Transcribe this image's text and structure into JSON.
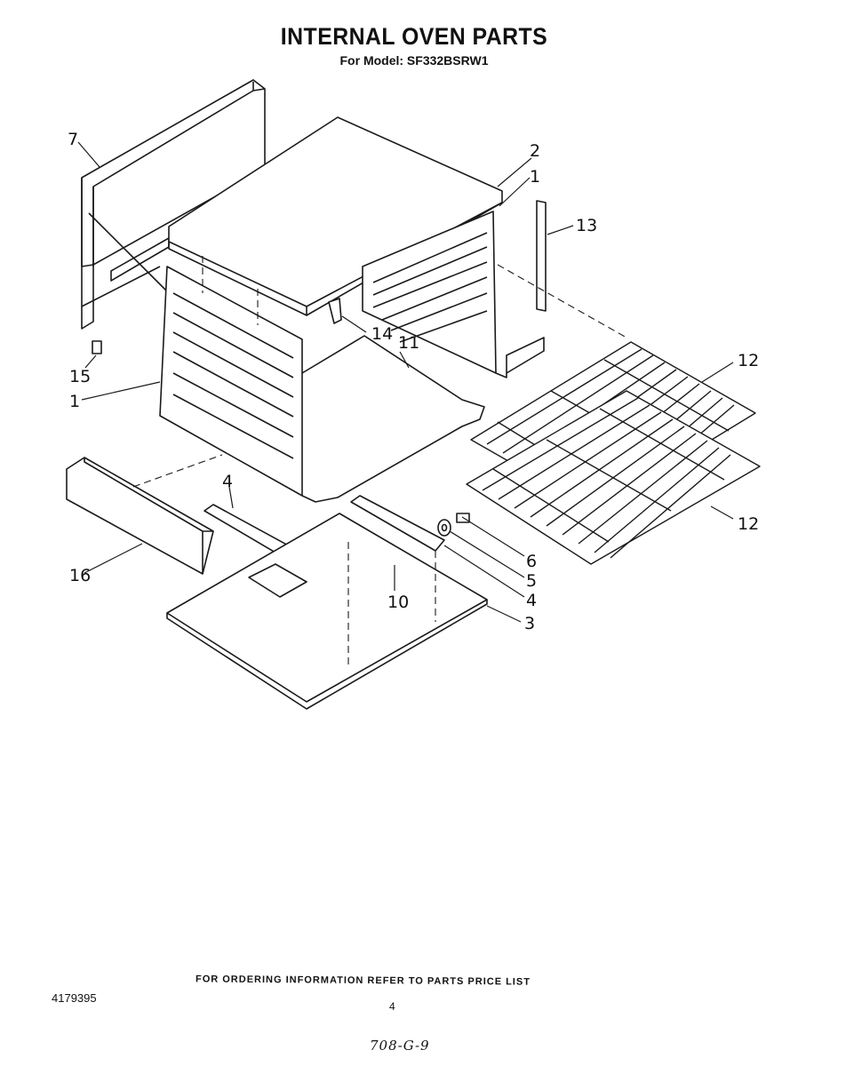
{
  "header": {
    "title": "INTERNAL OVEN PARTS",
    "subtitle": "For Model: SF332BSRW1"
  },
  "callouts": [
    {
      "id": "c7",
      "label": "7"
    },
    {
      "id": "c2",
      "label": "2"
    },
    {
      "id": "c1a",
      "label": "1"
    },
    {
      "id": "c13",
      "label": "13"
    },
    {
      "id": "c14",
      "label": "14"
    },
    {
      "id": "c11",
      "label": "11"
    },
    {
      "id": "c15",
      "label": "15"
    },
    {
      "id": "c1b",
      "label": "1"
    },
    {
      "id": "c12a",
      "label": "12"
    },
    {
      "id": "c12b",
      "label": "12"
    },
    {
      "id": "c16",
      "label": "16"
    },
    {
      "id": "c4a",
      "label": "4"
    },
    {
      "id": "c6",
      "label": "6"
    },
    {
      "id": "c5",
      "label": "5"
    },
    {
      "id": "c4b",
      "label": "4"
    },
    {
      "id": "c10",
      "label": "10"
    },
    {
      "id": "c3",
      "label": "3"
    }
  ],
  "footer": {
    "ordering_note": "FOR ORDERING INFORMATION REFER TO PARTS PRICE LIST",
    "doc_number": "4179395",
    "page_number": "4",
    "handwritten_code": "708-G-9"
  }
}
